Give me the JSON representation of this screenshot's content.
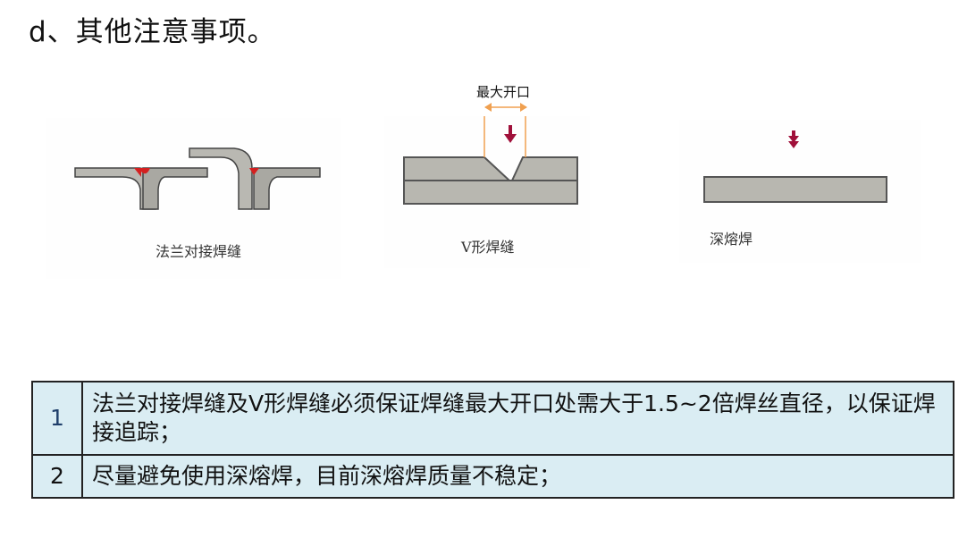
{
  "page": {
    "title": "d、其他注意事项。"
  },
  "figures": [
    {
      "id": "flange",
      "label": "法兰对接焊缝"
    },
    {
      "id": "v-groove",
      "label": "V形焊缝",
      "dimension_label": "最大开口"
    },
    {
      "id": "deep-penetration",
      "label": "深熔焊"
    }
  ],
  "colors": {
    "table_bg": "#daedf3",
    "plate_fill": "#b8b7b0",
    "weld_red": "#d42020",
    "dimension_orange": "#f0a050",
    "arrow_crimson": "#a0103a"
  },
  "table": {
    "rows": [
      {
        "num": "1",
        "text": "法兰对接焊缝及V形焊缝必须保证焊缝最大开口处需大于1.5~2倍焊丝直径，以保证焊接追踪；"
      },
      {
        "num": "2",
        "text": "尽量避免使用深熔焊，目前深熔焊质量不稳定；"
      }
    ]
  }
}
